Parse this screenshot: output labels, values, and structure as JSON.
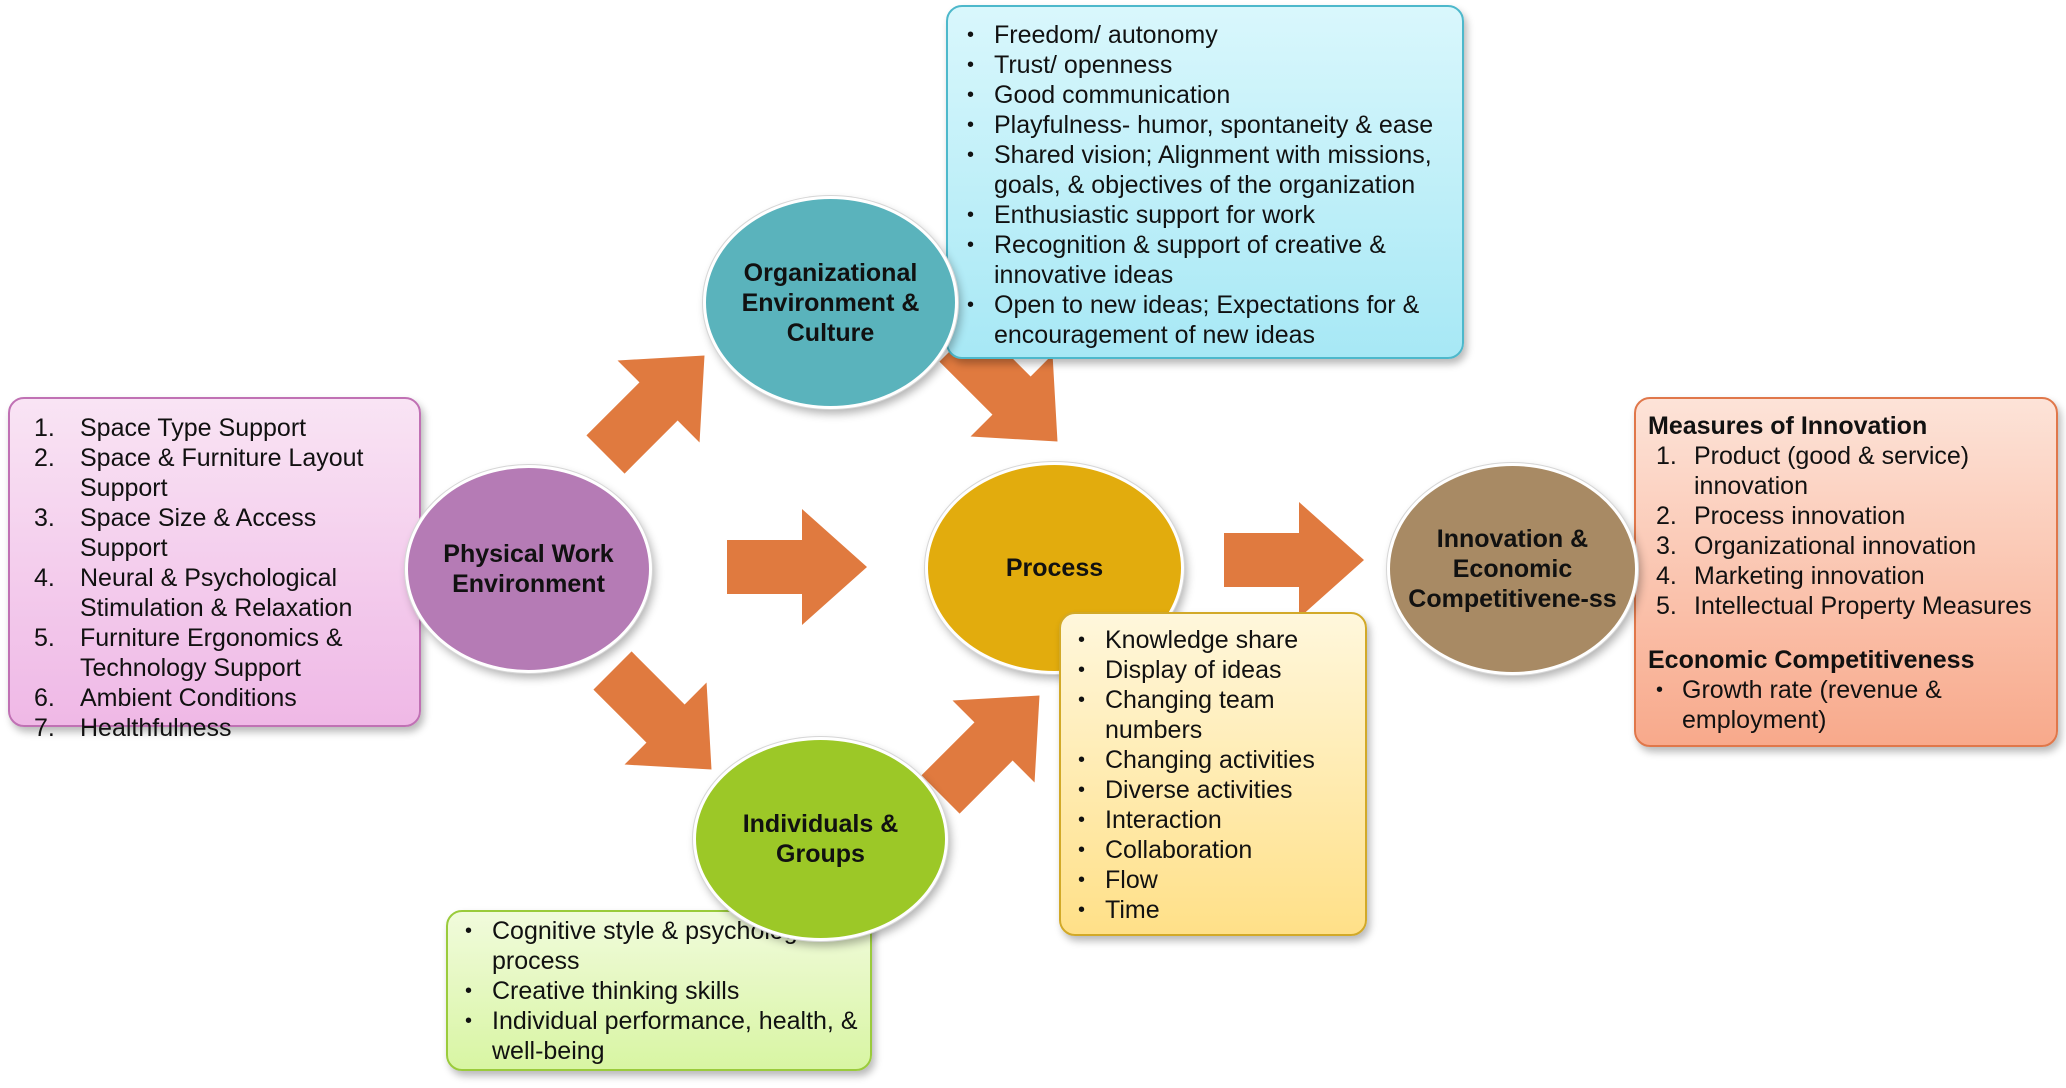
{
  "nodes": {
    "physical": "Physical Work Environment",
    "org": "Organizational Environment & Culture",
    "process": "Process",
    "individuals": "Individuals & Groups",
    "innovation": "Innovation & Economic Competitivene-ss"
  },
  "physical_list": [
    {
      "n": "1.",
      "text": "Space Type Support"
    },
    {
      "n": "2.",
      "text": "Space & Furniture Layout Support"
    },
    {
      "n": "3.",
      "text": "Space Size & Access Support"
    },
    {
      "n": "4.",
      "text": "Neural & Psychological Stimulation & Relaxation"
    },
    {
      "n": "5.",
      "text": "Furniture Ergonomics & Technology Support"
    },
    {
      "n": "6.",
      "text": "Ambient Conditions"
    },
    {
      "n": "7.",
      "text": "Healthfulness"
    }
  ],
  "org_list": [
    "Freedom/ autonomy",
    "Trust/ openness",
    "Good communication",
    "Playfulness- humor, spontaneity & ease",
    "Shared vision; Alignment with missions, goals, & objectives of the organization",
    "Enthusiastic support for work",
    "Recognition & support of creative & innovative ideas",
    "Open to new ideas; Expectations for & encouragement of new ideas"
  ],
  "process_list": [
    "Knowledge share",
    "Display of ideas",
    "Changing team numbers",
    "Changing activities",
    "Diverse activities",
    "Interaction",
    "Collaboration",
    "Flow",
    "Time"
  ],
  "individuals_list": [
    "Cognitive style & psychological process",
    "Creative thinking skills",
    "Individual performance, health, & well-being"
  ],
  "innovation_box": {
    "heading1": "Measures of Innovation",
    "measures": [
      {
        "n": "1.",
        "text": "Product (good & service) innovation"
      },
      {
        "n": "2.",
        "text": "Process innovation"
      },
      {
        "n": "3.",
        "text": "Organizational innovation"
      },
      {
        "n": "4.",
        "text": "Marketing innovation"
      },
      {
        "n": "5.",
        "text": "Intellectual Property Measures"
      }
    ],
    "heading2": "Economic Competitiveness",
    "economic": [
      "Growth rate (revenue & employment)"
    ]
  },
  "colors": {
    "arrow": "#e07a3f",
    "physical": "#b57bb5",
    "org": "#5ab3bc",
    "process": "#e2ac0d",
    "individuals": "#9cc827",
    "innovation": "#a88a64"
  }
}
